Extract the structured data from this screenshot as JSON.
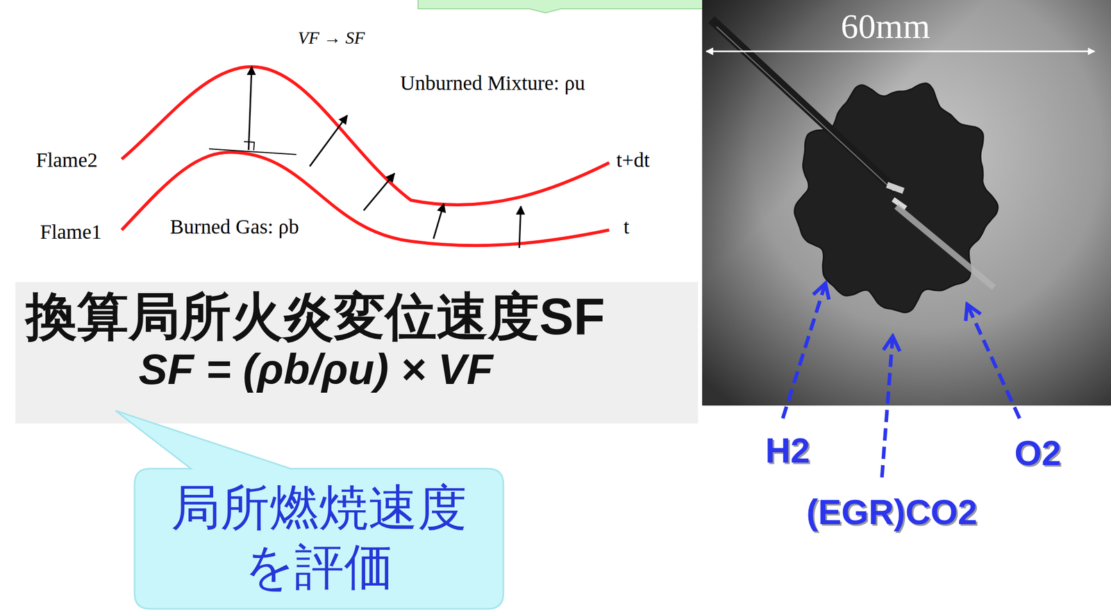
{
  "diagram": {
    "nodes": [
      {
        "text": [
          "換算局所火炎変位速度SF",
          "SF = (ρb/ρu) × VF"
        ]
      },
      {
        "text": [
          "局所燃焼速度 を評価"
        ]
      }
    ],
    "labels": [
      "VF → SF",
      "Unburned Mixture: ρu",
      "Flame2",
      "t+dt",
      "Flame1",
      "Burned Gas: ρb",
      "t",
      "60mm",
      "H2",
      "(EGR)CO2",
      "O2"
    ]
  }
}
